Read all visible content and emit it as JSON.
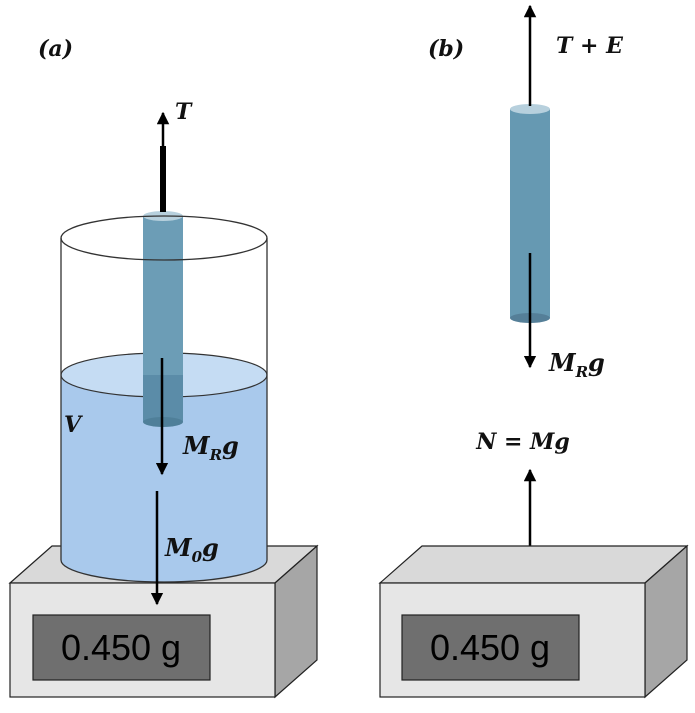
{
  "panels": {
    "a": {
      "label": "(a)",
      "tension_label": "T",
      "volume_label": "V",
      "rod_weight_label": "MRg",
      "rod_weight_parts": {
        "main": "M",
        "sub": "R",
        "tail": "g"
      },
      "water_weight_parts": {
        "main": "M",
        "sub": "0",
        "tail": "g"
      },
      "scale_reading": "0.450 g"
    },
    "b": {
      "label": "(b)",
      "force_up_label": "T + E",
      "rod_weight_parts": {
        "main": "M",
        "sub": "R",
        "tail": "g"
      },
      "normal_label": "N = Mg",
      "scale_reading": "0.450 g"
    }
  },
  "colors": {
    "rod": "#6699b2",
    "rod_top": "#b7d0dd",
    "water": "#a9c9ec",
    "water_top": "#c5dcf3",
    "scale_front": "#e6e6e6",
    "scale_top": "#d9d9d9",
    "scale_side": "#a6a6a6",
    "display": "#6f6f6f"
  }
}
